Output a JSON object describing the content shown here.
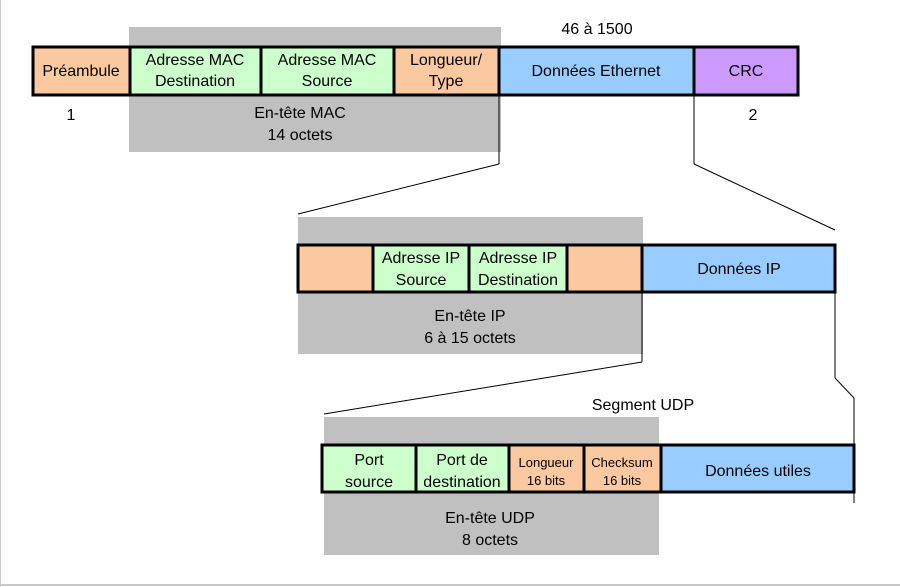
{
  "frame1": {
    "range_label": "46 à 1500",
    "preambule": "Préambule",
    "mac_dest": [
      "Adresse MAC",
      "Destination"
    ],
    "mac_src": [
      "Adresse MAC",
      "Source"
    ],
    "longueur_type": [
      "Longueur/",
      "Type"
    ],
    "donnees": "Données Ethernet",
    "crc": "CRC",
    "num_left": "1",
    "num_right": "2",
    "header": [
      "En-tête MAC",
      "14 octets"
    ]
  },
  "frame2": {
    "ip_src": [
      "Adresse IP",
      "Source"
    ],
    "ip_dest": [
      "Adresse IP",
      "Destination"
    ],
    "donnees": "Données IP",
    "header": [
      "En-tête IP",
      "6 à 15 octets"
    ]
  },
  "frame3": {
    "segment_label": "Segment UDP",
    "port_src": [
      "Port",
      "source"
    ],
    "port_dest": [
      "Port de",
      "destination"
    ],
    "longueur": [
      "Longueur",
      "16 bits"
    ],
    "checksum": [
      "Checksum",
      "16 bits"
    ],
    "donnees": "Données utiles",
    "header": [
      "En-tête UDP",
      "8 octets"
    ]
  },
  "colors": {
    "orange": "#fbc9a0",
    "green": "#ccffcc",
    "blue": "#99ccff",
    "purple": "#cc99ff",
    "shade": "#c0c0c0"
  }
}
